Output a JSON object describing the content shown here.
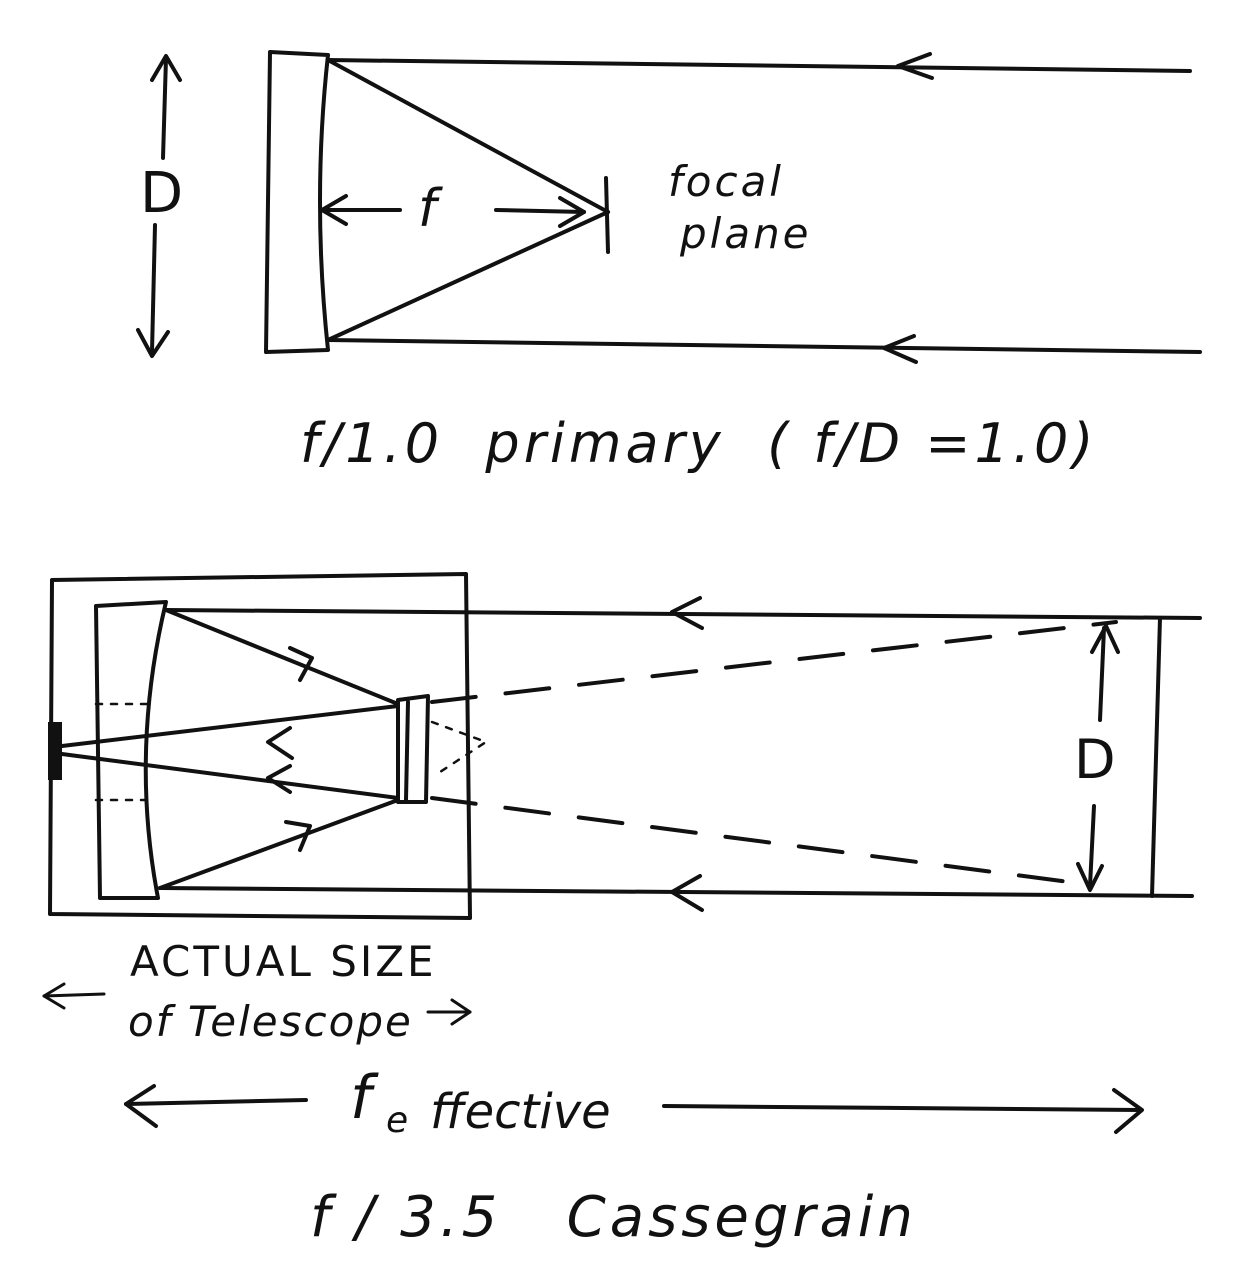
{
  "top_diagram": {
    "dimension_label": "D",
    "focal_length_label": "f",
    "focal_plane_label_line1": "focal",
    "focal_plane_label_line2": "plane",
    "caption": "f/1.0  primary  ( f/D =1.0)"
  },
  "bottom_diagram": {
    "dimension_label": "D",
    "actual_size_line1": "ACTUAL SIZE",
    "actual_size_line2": "of Telescope",
    "effective_focal_main": "f",
    "effective_focal_sub": "e",
    "effective_focal_rest": "ffective",
    "caption": "f / 3.5   Cassegrain"
  }
}
